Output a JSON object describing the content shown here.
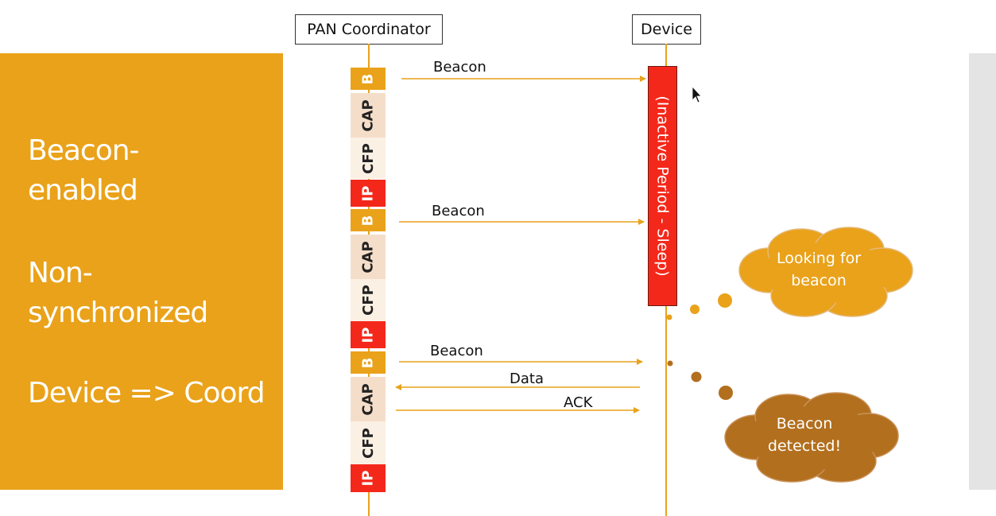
{
  "panel": {
    "line1": "Beacon-",
    "line2": "enabled",
    "line3": "Non-",
    "line4": "synchronized",
    "line5": "Device => Coord"
  },
  "actors": {
    "coordinator": "PAN Coordinator",
    "device": "Device"
  },
  "superframe": {
    "segments": [
      "B",
      "CAP",
      "CFP",
      "IP",
      "B",
      "CAP",
      "CFP",
      "IP",
      "B",
      "CAP",
      "CFP",
      "IP"
    ]
  },
  "messages": {
    "beacon1": "Beacon",
    "beacon2": "Beacon",
    "beacon3": "Beacon",
    "data": "Data",
    "ack": "ACK"
  },
  "device": {
    "sleep_label": "(Inactive Period - Sleep)"
  },
  "thoughts": {
    "looking_line1": "Looking for",
    "looking_line2": "beacon",
    "detected_line1": "Beacon",
    "detected_line2": "detected!"
  },
  "colors": {
    "accent": "#E9A21A",
    "inactive_red": "#F4281A",
    "cloud_dark": "#B26F1E"
  },
  "icons": {
    "cursor": "mouse-pointer-icon"
  }
}
